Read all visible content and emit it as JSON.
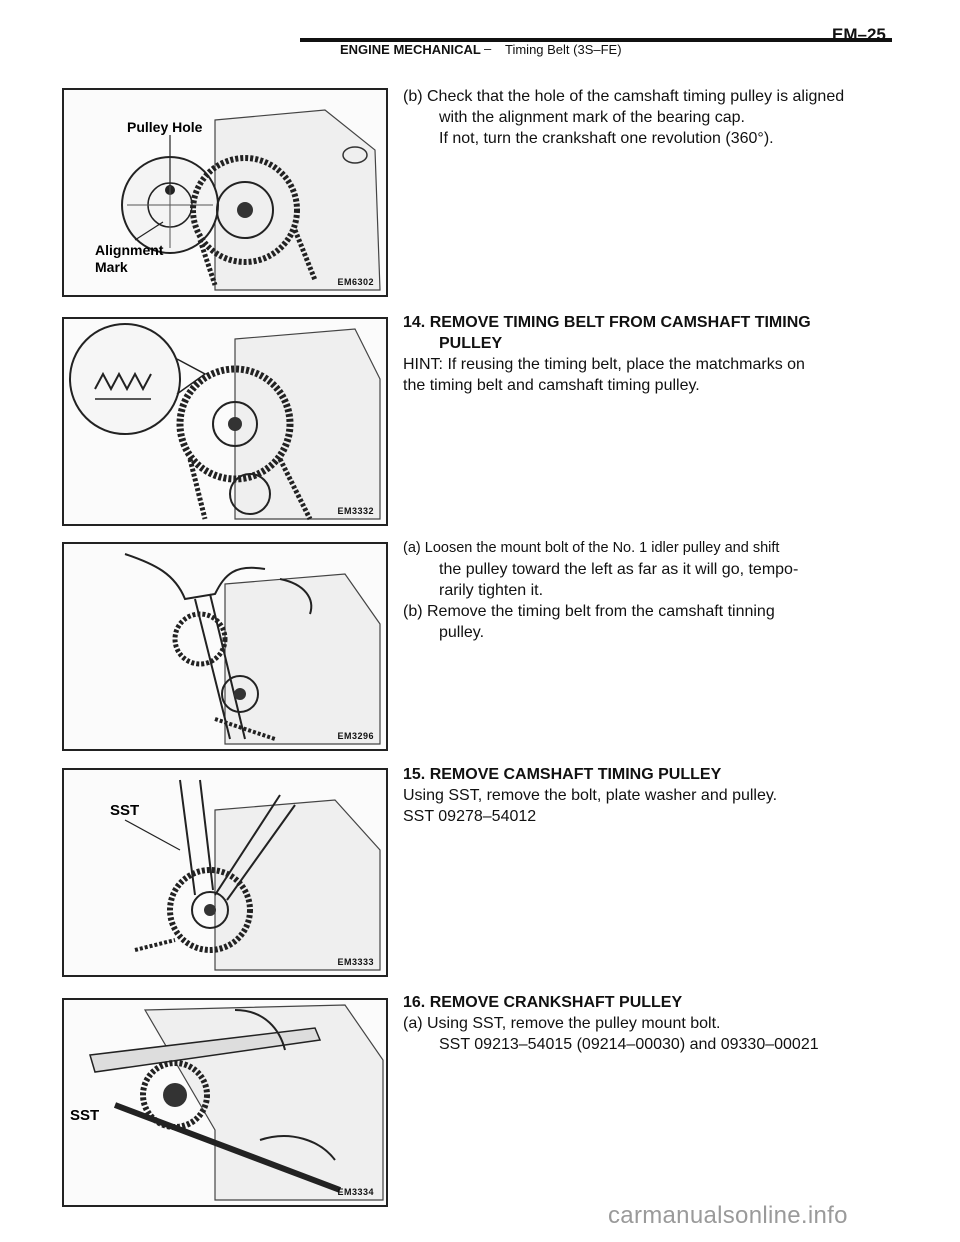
{
  "header": {
    "section": "ENGINE MECHANICAL",
    "separator": "–",
    "topic": "Timing Belt (3S–FE)",
    "page": "EM–25"
  },
  "figures": [
    {
      "code": "EM6302",
      "labels": [
        "Pulley Hole",
        "Alignment",
        "Mark"
      ]
    },
    {
      "code": "EM3332"
    },
    {
      "code": "EM3296"
    },
    {
      "code": "EM3333",
      "labels": [
        "SST"
      ]
    },
    {
      "code": "EM3334",
      "labels": [
        "SST"
      ]
    }
  ],
  "blocks": {
    "b1": {
      "line1": "(b) Check that the hole of the camshaft timing pulley is aligned",
      "line2": "with the alignment mark of the bearing cap.",
      "line3": "If not, turn the crankshaft one revolution (360°)."
    },
    "b2": {
      "heading1": "14. REMOVE TIMING BELT FROM CAMSHAFT TIMING",
      "heading2": "PULLEY",
      "hint1": "HINT: If reusing the timing belt, place the matchmarks on",
      "hint2": "the timing belt and camshaft timing pulley."
    },
    "b3": {
      "a1": "(a) Loosen the mount bolt of the No. 1 idler pulley and shift",
      "a2": "the pulley toward the left as far as it will go, tempo-",
      "a3": "rarily tighten it.",
      "b1": "(b) Remove the timing belt from the camshaft tinning",
      "b2": "pulley."
    },
    "b4": {
      "heading": "15. REMOVE CAMSHAFT TIMING PULLEY",
      "line1": "Using SST, remove the bolt, plate washer and pulley.",
      "line2": "SST 09278–54012"
    },
    "b5": {
      "heading": "16. REMOVE CRANKSHAFT PULLEY",
      "line1": "(a) Using SST, remove the pulley mount bolt.",
      "line2": "SST 09213–54015 (09214–00030) and 09330–00021"
    }
  },
  "watermark": "carmanualsonline.info"
}
